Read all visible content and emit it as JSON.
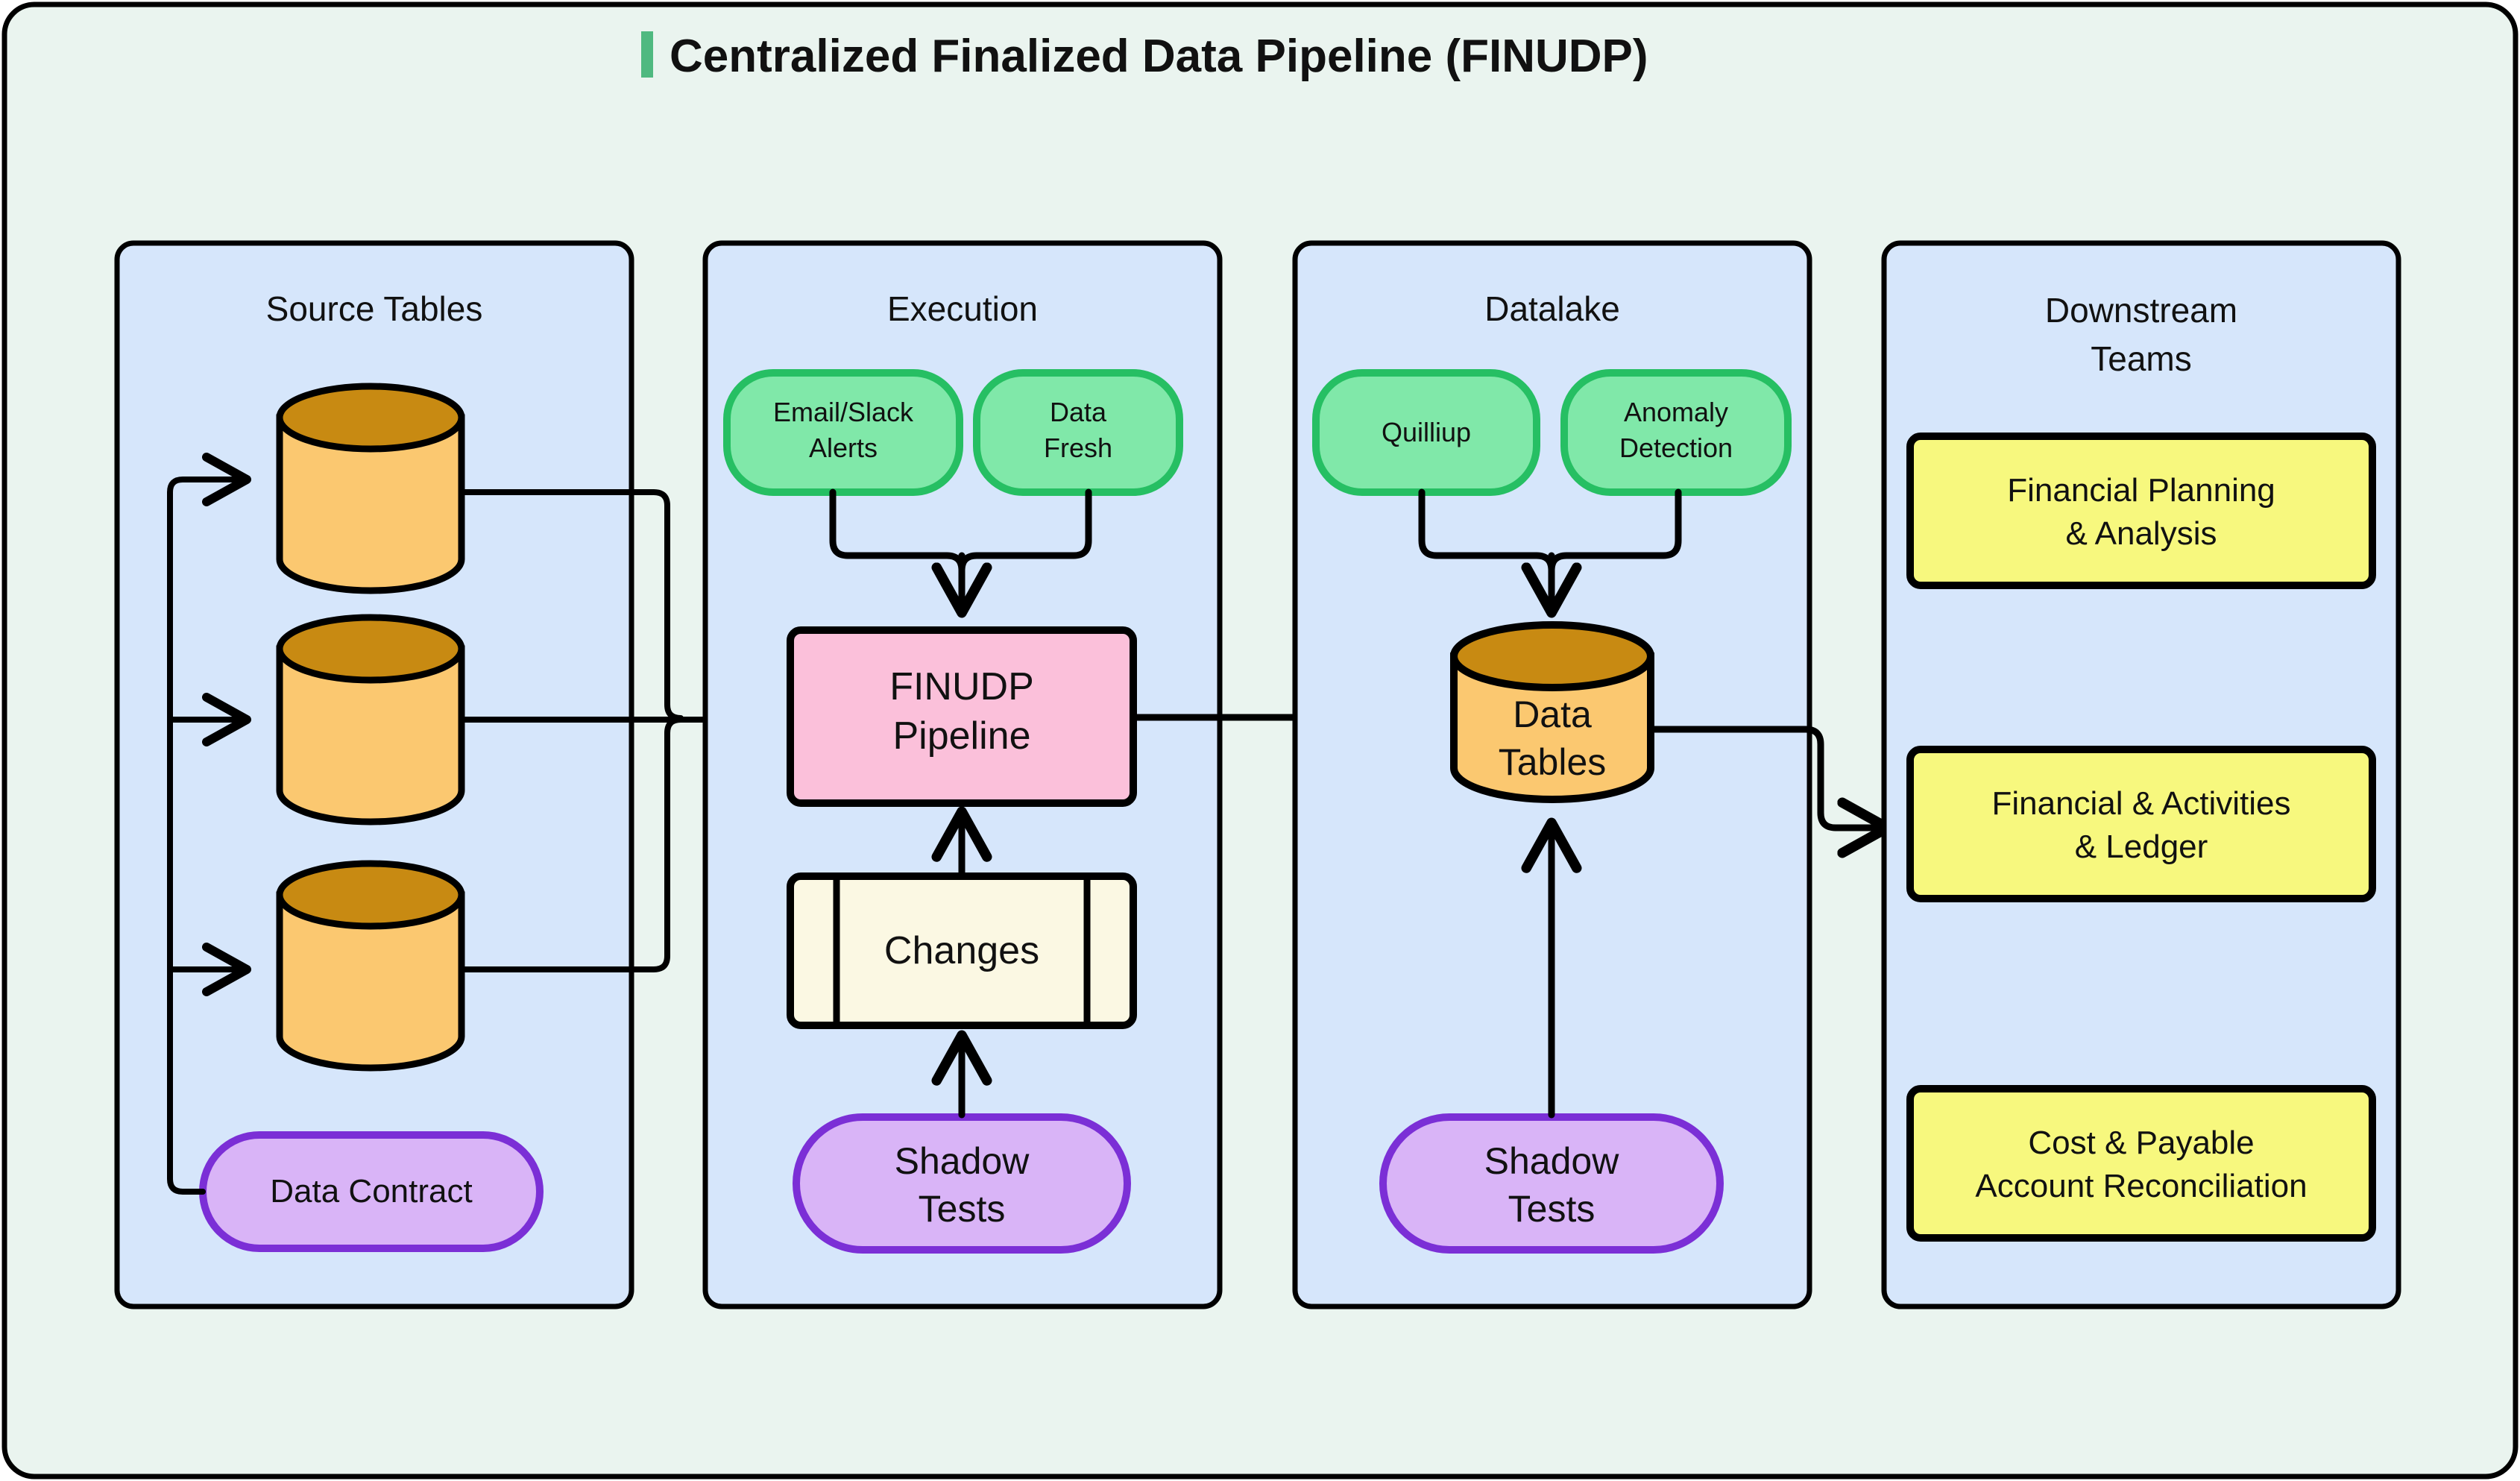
{
  "diagram": {
    "title": "Centralized Finalized Data Pipeline (FINUDP)",
    "accent_color": "#4FB980",
    "canvas_bg": "#EAF4EF",
    "panel_bg": "#D6E6FB",
    "stroke_color": "#000000"
  },
  "panels": [
    {
      "id": "source-tables",
      "title": "Source Tables",
      "nodes": [
        {
          "id": "src-db-1",
          "label": "",
          "shape": "cylinder",
          "fill": "#FBC870",
          "top_fill": "#C88A12"
        },
        {
          "id": "src-db-2",
          "label": "",
          "shape": "cylinder",
          "fill": "#FBC870",
          "top_fill": "#C88A12"
        },
        {
          "id": "src-db-3",
          "label": "",
          "shape": "cylinder",
          "fill": "#FBC870",
          "top_fill": "#C88A12"
        },
        {
          "id": "data-contract",
          "label": "Data Contract",
          "shape": "stadium",
          "fill": "#D9B4F7",
          "stroke": "#7B2FD6"
        }
      ]
    },
    {
      "id": "execution",
      "title": "Execution",
      "nodes": [
        {
          "id": "email-slack-alerts",
          "label_line1": "Email/Slack",
          "label_line2": "Alerts",
          "shape": "rounded",
          "fill": "#80E8A9",
          "stroke": "#26BF63"
        },
        {
          "id": "data-fresh",
          "label_line1": "Data",
          "label_line2": "Fresh",
          "shape": "rounded",
          "fill": "#80E8A9",
          "stroke": "#26BF63"
        },
        {
          "id": "finudp-pipeline",
          "label_line1": "FINUDP",
          "label_line2": "Pipeline",
          "shape": "rect",
          "fill": "#FBC0DA",
          "stroke": "#000000"
        },
        {
          "id": "changes",
          "label": "Changes",
          "shape": "subroutine",
          "fill": "#FBF8E3",
          "stroke": "#000000"
        },
        {
          "id": "shadow-tests-execution",
          "label_line1": "Shadow",
          "label_line2": "Tests",
          "shape": "stadium",
          "fill": "#D9B4F7",
          "stroke": "#7B2FD6"
        }
      ]
    },
    {
      "id": "datalake",
      "title": "Datalake",
      "nodes": [
        {
          "id": "quilliup",
          "label": "Quilliup",
          "shape": "rounded",
          "fill": "#80E8A9",
          "stroke": "#26BF63"
        },
        {
          "id": "anomaly-detection",
          "label_line1": "Anomaly",
          "label_line2": "Detection",
          "shape": "rounded",
          "fill": "#80E8A9",
          "stroke": "#26BF63"
        },
        {
          "id": "data-tables",
          "label_line1": "Data",
          "label_line2": "Tables",
          "shape": "cylinder",
          "fill": "#FBC870",
          "top_fill": "#C88A12"
        },
        {
          "id": "shadow-tests-datalake",
          "label_line1": "Shadow",
          "label_line2": "Tests",
          "shape": "stadium",
          "fill": "#D9B4F7",
          "stroke": "#7B2FD6"
        }
      ]
    },
    {
      "id": "downstream-teams",
      "title_line1": "Downstream",
      "title_line2": "Teams",
      "nodes": [
        {
          "id": "financial-planning-analysis",
          "label_line1": "Financial Planning",
          "label_line2": "& Analysis",
          "shape": "rect",
          "fill": "#F7F87E",
          "stroke": "#000000"
        },
        {
          "id": "financial-activities-ledger",
          "label_line1": "Financial & Activities",
          "label_line2": "& Ledger",
          "shape": "rect",
          "fill": "#F7F87E",
          "stroke": "#000000"
        },
        {
          "id": "cost-payable-reconciliation",
          "label_line1": "Cost & Payable",
          "label_line2": "Account Reconciliation",
          "shape": "rect",
          "fill": "#F7F87E",
          "stroke": "#000000"
        }
      ]
    }
  ]
}
